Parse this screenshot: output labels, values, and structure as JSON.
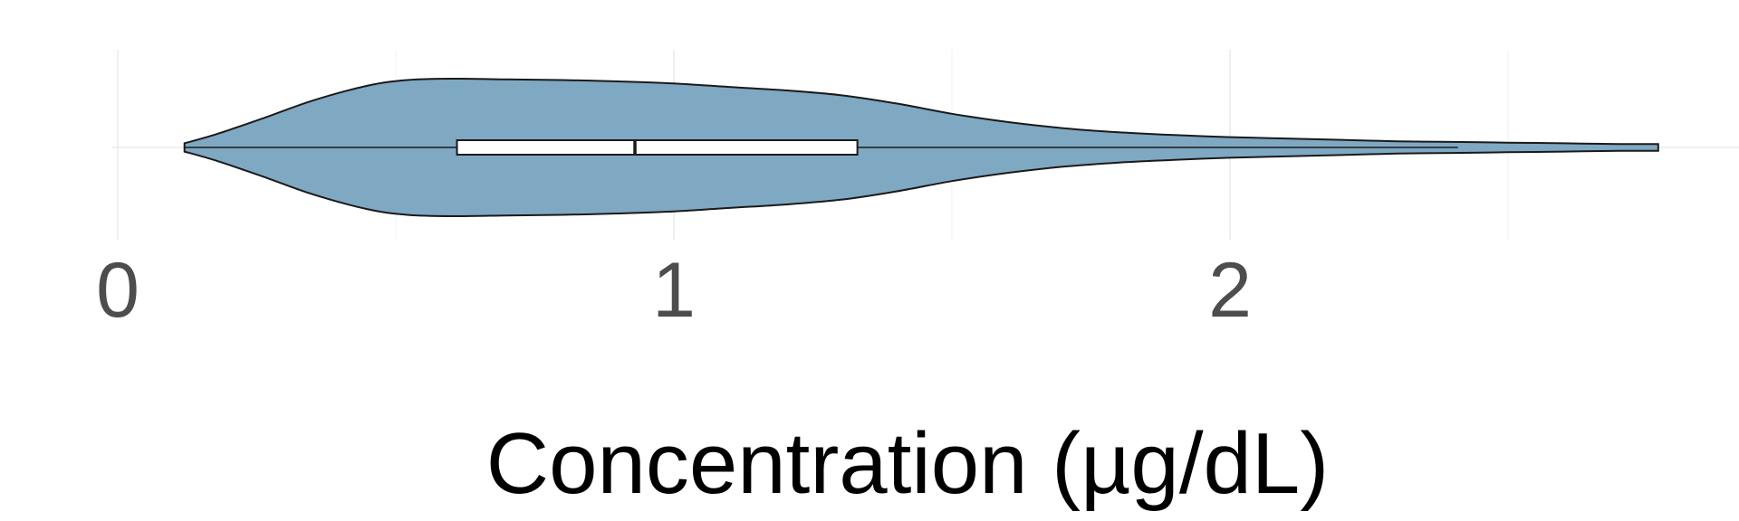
{
  "chart_data": {
    "type": "violin",
    "orientation": "horizontal",
    "title": "",
    "xlabel": "Concentration (µg/dL)",
    "ylabel": "",
    "xlim": [
      -0.08,
      2.9
    ],
    "x_ticks": [
      0,
      1,
      2
    ],
    "x_tick_labels": [
      "0",
      "1",
      "2"
    ],
    "x_minor_ticks": [
      0.5,
      1.5,
      2.5
    ],
    "grid": true,
    "fill_color": "#7fa8c2",
    "outline_color": "#1a1a1a",
    "box_fill": "#ffffff",
    "density": {
      "x": [
        0.12,
        0.18,
        0.26,
        0.35,
        0.45,
        0.52,
        0.6,
        0.7,
        0.8,
        0.9,
        1.0,
        1.1,
        1.2,
        1.3,
        1.4,
        1.5,
        1.6,
        1.7,
        1.8,
        1.9,
        2.0,
        2.1,
        2.2,
        2.3,
        2.4,
        2.5,
        2.6,
        2.7,
        2.77
      ],
      "half_width": [
        0.06,
        0.2,
        0.42,
        0.68,
        0.9,
        0.98,
        1.0,
        0.99,
        0.98,
        0.96,
        0.93,
        0.88,
        0.83,
        0.76,
        0.64,
        0.49,
        0.37,
        0.28,
        0.22,
        0.18,
        0.15,
        0.13,
        0.11,
        0.09,
        0.08,
        0.07,
        0.06,
        0.05,
        0.05
      ]
    },
    "boxplot": {
      "q1": 0.61,
      "median": 0.93,
      "q3": 1.33,
      "whisker_low": 0.12,
      "whisker_high": 2.41
    }
  }
}
